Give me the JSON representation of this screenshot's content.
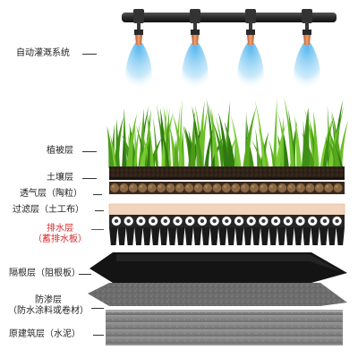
{
  "labels": {
    "irrigation": "自动灌溉系统",
    "vegetation": "植被层",
    "soil": "土壤层",
    "breathable": "透气层（陶粒）",
    "filter": "过滤层（土工布）",
    "drainage_1": "排水层",
    "drainage_2": "（蓄排水板）",
    "root_barrier": "隔根层（阻根板）",
    "waterproof_1": "防渗层",
    "waterproof_2": "（防水涂料或卷材）",
    "structure": "原建筑层（水泥）"
  },
  "colors": {
    "label_text": "#222222",
    "highlight": "#d8262a",
    "grass": "#4f9e1c",
    "soil": "#2e2118",
    "pellet": "#8a6845",
    "fabric": "#f2d3bc",
    "drain_board": "#1e1e1e",
    "root_board": "#141414",
    "waterproof": "#6e6e6e",
    "concrete": "#8a8a8a",
    "pipe": "#2d2d2d",
    "nozzle": "#e08a55",
    "spray": "#7cc7f2"
  },
  "icons": [
    "sprinkler-nozzle-icon",
    "water-spray-icon",
    "grass-blade-icon",
    "ceramsite-pellet-icon",
    "drain-cup-icon"
  ]
}
